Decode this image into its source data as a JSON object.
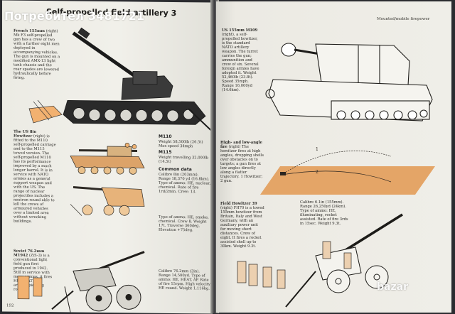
{
  "watermark": "Потребител 3481721",
  "left_page": {
    "heading": "Self-propelled field artillery 3",
    "folio": "192",
    "french_caption": {
      "lead": "French 155mm",
      "body": "(right) Mk F3 self-propelled gun has a crew of two with a further eight men deployed in accompanying vehicles. The gun is mounted on a modified AMX-13 light tank chassis and the rear spades are lowered hydraulically before firing."
    },
    "m110_caption": {
      "lead": "The US 8in Howitzer",
      "body": "(right) is fitted to the M110 self-propelled carriage and to the M115 towed version. The self-propelled M110 has its performance improved by a much longer barrel. It is in service with NATO armies as a general support weapon and with the US. The range of nuclear projectiles includes a neutron round able to kill the crews of armoured vehicles over a limited area without wrecking buildings."
    },
    "soviet_caption": {
      "lead": "Soviet 76.2mm M1942",
      "body": "(ZiS-3) is a conventional light field gun first produced in 1942. Still in service with many armies, it fires HE, HEAT and armour-piercing rounds."
    },
    "m110_specs": {
      "title_a": "M110",
      "line_a": "Weight 58,500lb (26.5t)",
      "line_b": "Max speed 34mph",
      "title_b": "M115",
      "line_c": "Weight travelling 32,000lb (14.5t)",
      "common_title": "Common data",
      "common_body": "Calibre 8in (203mm). Range 18,370 yd (16.8km). Type of ammo: HE, nuclear, chemical. Rate of fire 1rd/2min. Crew: 13."
    },
    "mid_specs": {
      "body": "Type of ammo: HE, smoke, chemical. Crew 8. Weight 17t. Traverse 360deg. Elevation +75deg."
    },
    "soviet_specs": {
      "body": "Calibre 76.2mm (3in). Range 14,500yd. Type of ammo: HE, HEAT, AP. Rate of fire 15rpm. High velocity HE round. Weight 1,116kg."
    }
  },
  "right_page": {
    "running_head": "Mounted/mobile firepower",
    "m109_caption": {
      "lead": "US 155mm M109",
      "body": "(right), a self-propelled howitzer, is the standard NATO artillery weapon. The turret carries the gun; ammunition and crew of six. Several foreign armies have adopted it. Weight 52,460lb (23.8t). Speed 35mph. Range 16,000yd (14.6km)."
    },
    "fire_caption": {
      "lead": "High- and low-angle fire",
      "body": "(right) The howitzer fires at high angles, dropping shells over obstacles on to targets; a gun fires at low angles directly along a flatter trajectory. 1 Howitzer; 2 gun."
    },
    "m198_caption": {
      "lead": "Field Howitzer 39",
      "body": "(right) FH70 is a towed 155mm howitzer from Britain, Italy and West Germany, with an auxiliary power unit for moving short distances. Crew of eight. It fires a rocket assisted shell up to 30km. Weight 9.3t."
    },
    "m198_specs": {
      "body": "Calibre 6.1in (155mm). Range 26,250yd (24km). Type of ammo: HE, illuminating, rocket assisted. Rate of fire 3rds in 15sec. Weight 9.3t."
    },
    "trajectory_labels": [
      "1",
      "2"
    ]
  },
  "site_logo": "bazar"
}
